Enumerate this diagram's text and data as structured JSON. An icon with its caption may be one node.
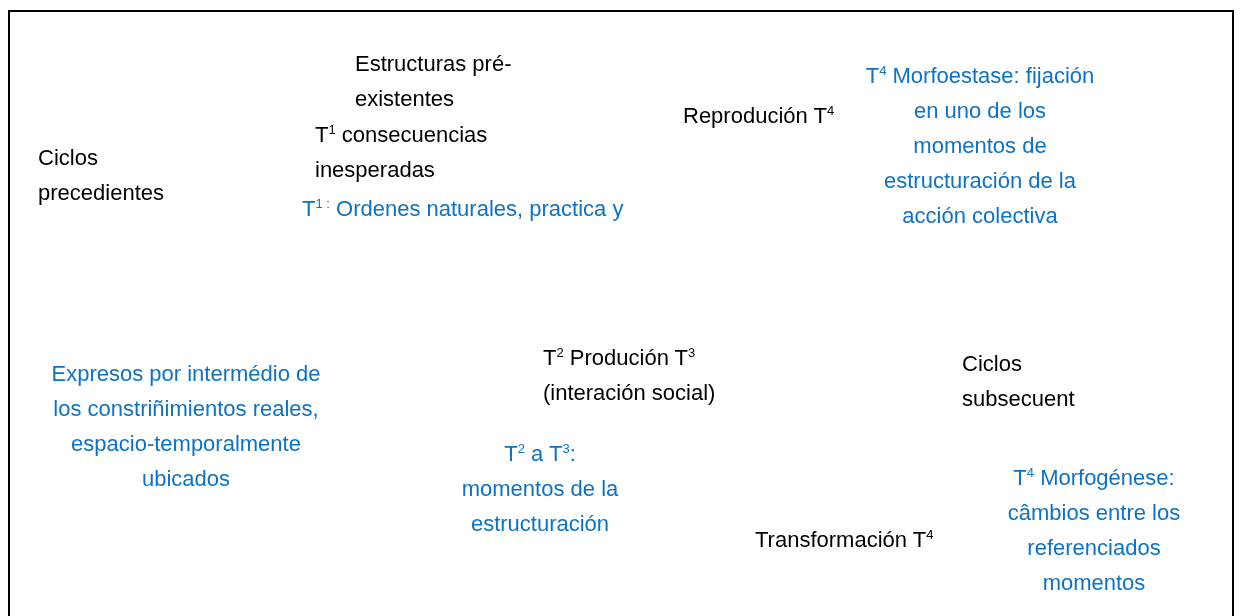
{
  "diagram": {
    "labels": [
      "Estructuras pré-existentes",
      "T$^{1}$ consecuencias inesperadas",
      "Reprodución T$^{4}$",
      "T$^{4}$ Morfoestase: fijación en uno de los momentos de estructuración de la acción colectiva",
      "Ciclos precedientes",
      "T$^{1 :}$ Ordenes naturales, practica y",
      "T$^{2}$ Produción T$^{3}$ (interación social)",
      "Ciclos subsecuent",
      "Expresos por intermédio de los constriñimientos reales, espacio-temporalmente ubicados",
      "T$^{2}$ a T$^{3}$: momentos de la estructuración",
      "T$^{4}$ Morfogénese: câmbios entre los referenciados momentos",
      "Transformación T$^{4}$"
    ]
  }
}
